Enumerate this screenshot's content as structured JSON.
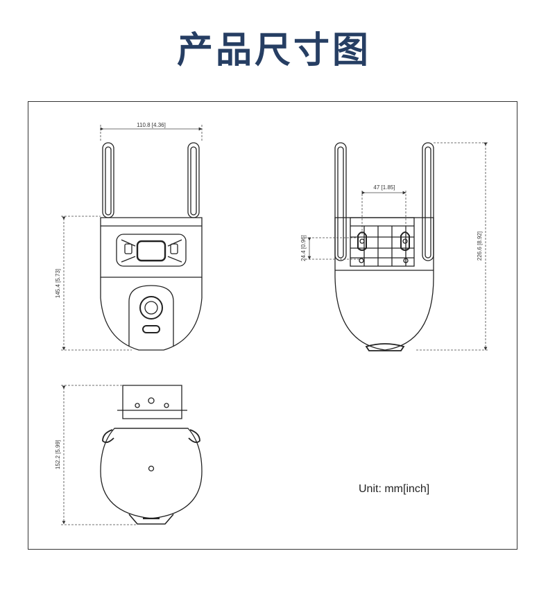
{
  "title": "产品尺寸图",
  "unit_label": "Unit: mm[inch]",
  "dimensions": {
    "front_width": "110.8 [4.36]",
    "front_height": "145.4 [5.73]",
    "side_bracket_width": "47 [1.85]",
    "side_bracket_height": "24.4 [0.96]",
    "side_total_height": "226.6 [8.92]",
    "bottom_depth": "152.2 [5.99]"
  }
}
